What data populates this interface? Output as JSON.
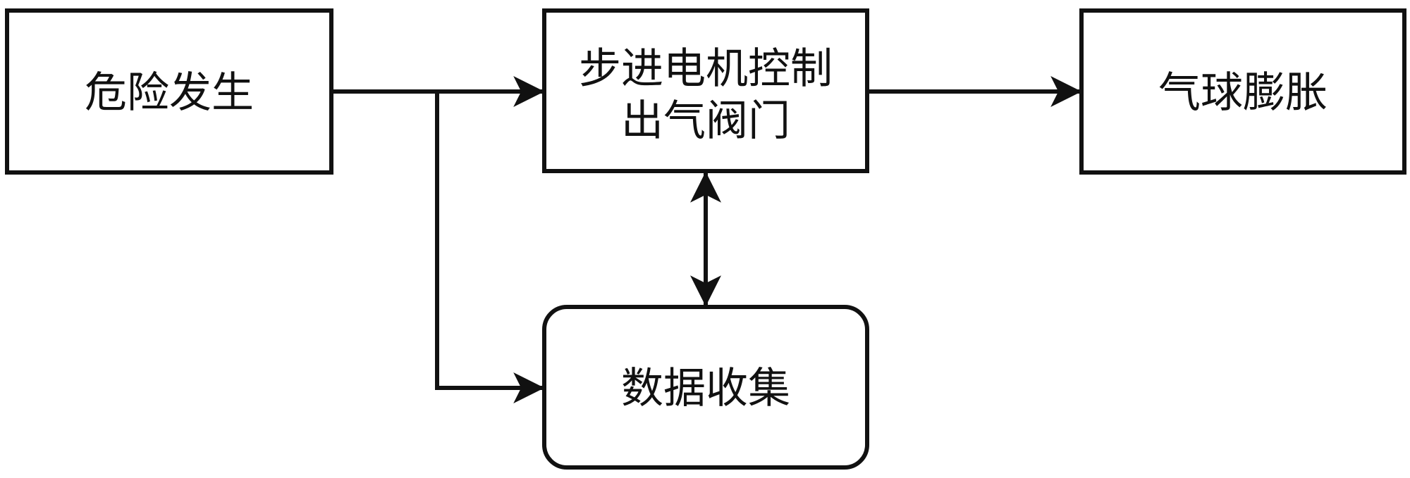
{
  "diagram": {
    "nodes": {
      "danger": {
        "label": "危险发生"
      },
      "valve": {
        "label_line1": "步进电机控制",
        "label_line2": "出气阀门"
      },
      "balloon": {
        "label": "气球膨胀"
      },
      "data": {
        "label": "数据收集"
      }
    }
  },
  "colors": {
    "stroke": "#111111",
    "background": "#ffffff"
  }
}
